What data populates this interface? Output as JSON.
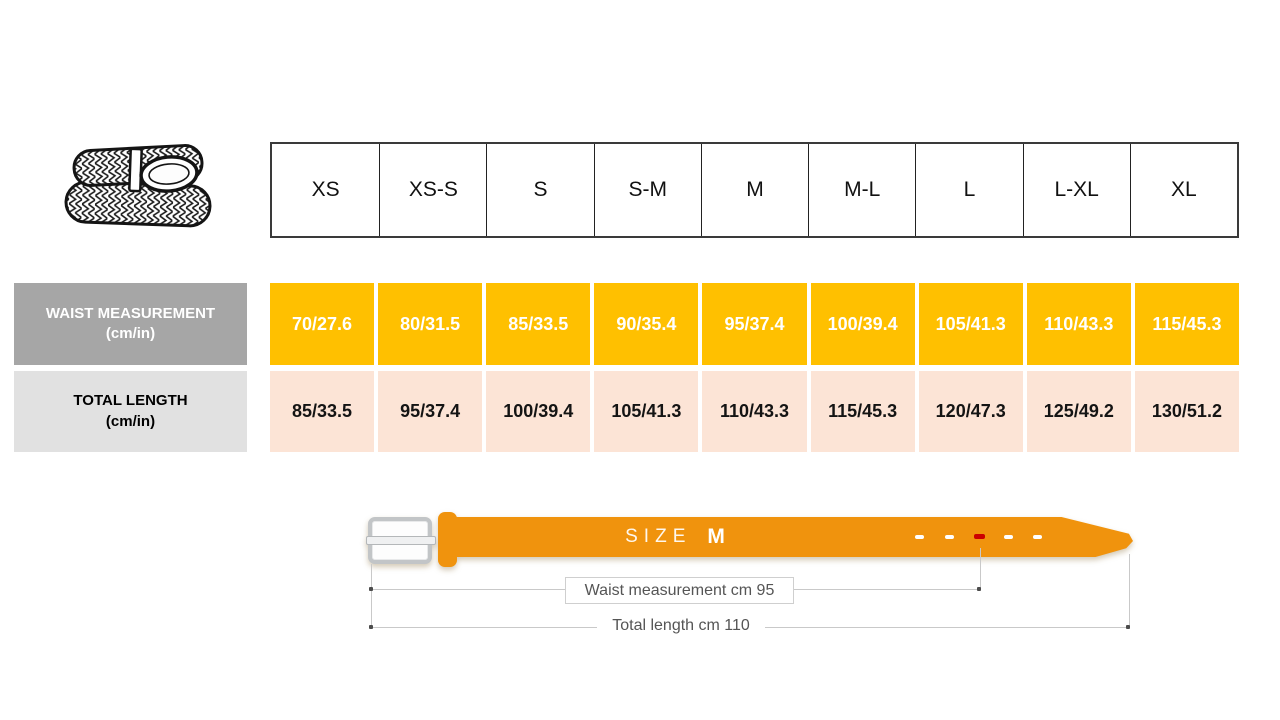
{
  "size_chart": {
    "sizes": [
      "XS",
      "XS-S",
      "S",
      "S-M",
      "M",
      "M-L",
      "L",
      "L-XL",
      "XL"
    ],
    "waist_row": {
      "label": "WAIST MEASUREMENT",
      "unit": "(cm/in)",
      "values": [
        "70/27.6",
        "80/31.5",
        "85/33.5",
        "90/35.4",
        "95/37.4",
        "100/39.4",
        "105/41.3",
        "110/43.3",
        "115/45.3"
      ]
    },
    "length_row": {
      "label": "TOTAL LENGTH",
      "unit": "(cm/in)",
      "values": [
        "85/33.5",
        "95/37.4",
        "100/39.4",
        "105/41.3",
        "110/43.3",
        "115/45.3",
        "120/47.3",
        "125/49.2",
        "130/51.2"
      ]
    }
  },
  "belt_diagram": {
    "size_word": "SIZE",
    "size_value": "M",
    "waist_annotation": "Waist measurement cm 95",
    "length_annotation": "Total length cm 110"
  },
  "colors": {
    "waist_cell_bg": "#FFC000",
    "length_cell_bg": "#FCE4D6",
    "waist_label_bg": "#A6A6A6",
    "length_label_bg": "#E1E1E1",
    "belt_orange": "#F0930D",
    "marked_hole_red": "#CC0000",
    "annotation_gray": "#555555"
  },
  "icons": {
    "belt_illustration": "braided-belt-illustration",
    "buckle": "belt-buckle",
    "marked_hole": "selected-size-hole"
  }
}
